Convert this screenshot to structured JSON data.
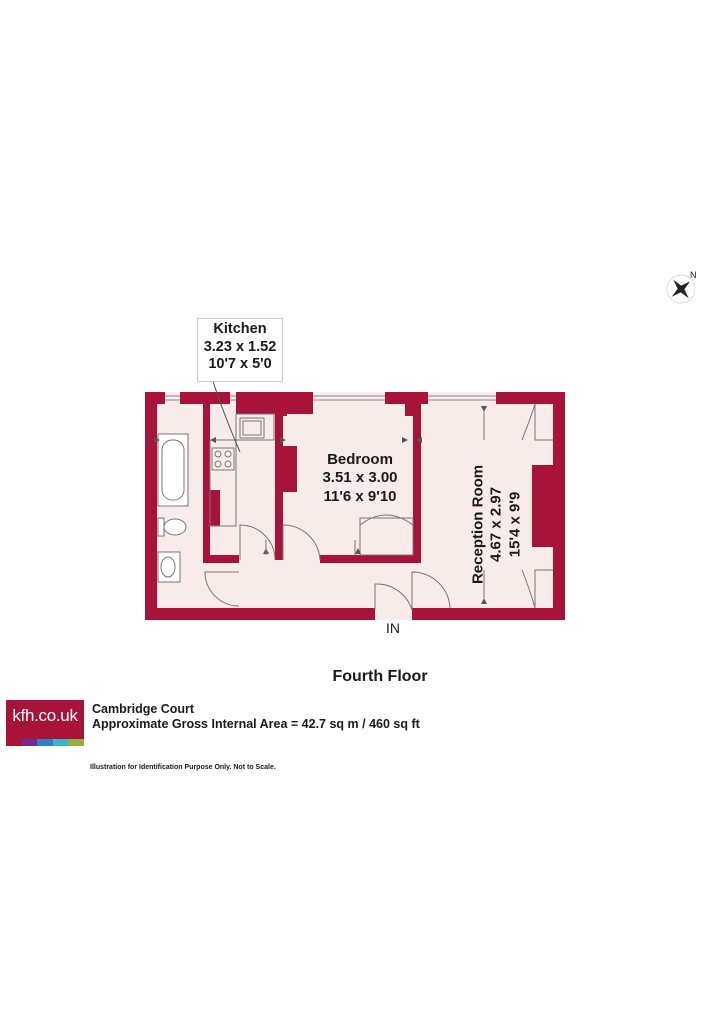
{
  "colors": {
    "wall": "#a8133a",
    "floor": "#f7ecea",
    "fixture_stroke": "#777777",
    "logo_stripes": [
      "#a8133a",
      "#6a2f8f",
      "#2f7fc1",
      "#3fb3c7",
      "#8db53f"
    ]
  },
  "rooms": {
    "kitchen": {
      "name": "Kitchen",
      "metric": "3.23 x 1.52",
      "imperial": "10'7 x 5'0"
    },
    "bedroom": {
      "name": "Bedroom",
      "metric": "3.51 x 3.00",
      "imperial": "11'6 x 9'10"
    },
    "reception": {
      "name": "Reception Room",
      "metric": "4.67 x 2.97",
      "imperial": "15'4 x 9'9"
    }
  },
  "entrance_label": "IN",
  "compass_label": "N",
  "floor_title": "Fourth Floor",
  "logo": {
    "text": "kfh.co.uk"
  },
  "property_name": "Cambridge Court",
  "area": "Approximate Gross Internal Area = 42.7 sq m / 460 sq ft",
  "disclaimer": "Illustration for Identification Purpose Only. Not to Scale.",
  "icons": [
    "compass-icon",
    "bathtub-icon",
    "toilet-icon",
    "basin-icon",
    "hob-icon",
    "sink-icon",
    "door-swing-icon"
  ]
}
